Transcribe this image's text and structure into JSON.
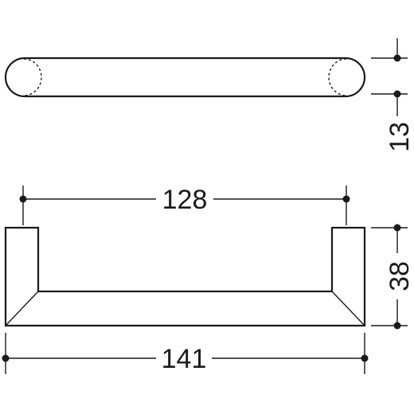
{
  "dimensions": {
    "handle_length": "128",
    "overall_length": "141",
    "depth": "38",
    "thickness": "13"
  },
  "colors": {
    "line": "#1a1a1a",
    "background": "#ffffff"
  }
}
